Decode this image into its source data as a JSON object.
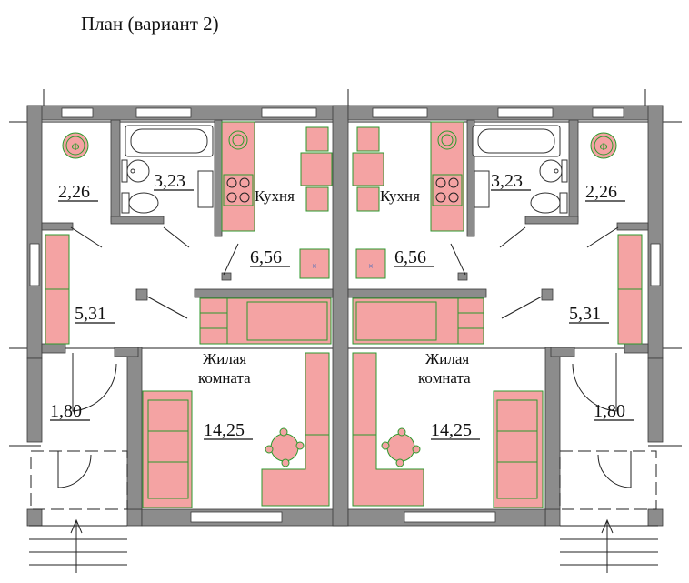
{
  "title": "План (вариант 2)",
  "left_unit": {
    "rooms": {
      "utility_area": "2,26",
      "bathroom_area": "3,23",
      "kitchen_label": "Кухня",
      "kitchen_area": "6,56",
      "hall_area": "5,31",
      "vestibule_area": "1,80",
      "living_label_1": "Жилая",
      "living_label_2": "комната",
      "living_area": "14,25"
    }
  },
  "right_unit": {
    "rooms": {
      "utility_area": "2,26",
      "bathroom_area": "3,23",
      "kitchen_label": "Кухня",
      "kitchen_area": "6,56",
      "hall_area": "5,31",
      "vestibule_area": "1,80",
      "living_label_1": "Жилая",
      "living_label_2": "комната",
      "living_area": "14,25"
    }
  },
  "colors": {
    "wall": "#8c8c8c",
    "furniture_fill": "#f4a3a3",
    "furniture_stroke": "#2c9a2c"
  }
}
